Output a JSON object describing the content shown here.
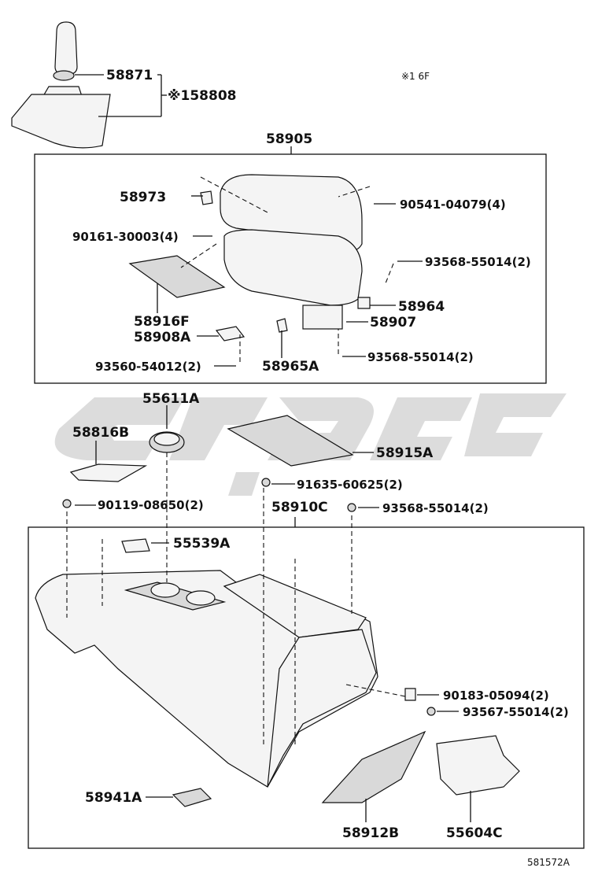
{
  "diagram_id": "581572A",
  "note": "※1 6F",
  "parts": {
    "p58871": "58871",
    "p58808": "※158808",
    "p58905": "58905",
    "p58973": "58973",
    "p90541": "90541-04079(4)",
    "p90161": "90161-30003(4)",
    "p93568a": "93568-55014(2)",
    "p58964": "58964",
    "p58907": "58907",
    "p58916F": "58916F",
    "p58908A": "58908A",
    "p93568b": "93568-55014(2)",
    "p93560": "93560-54012(2)",
    "p58965A": "58965A",
    "p55611A": "55611A",
    "p58816B": "58816B",
    "p58915A": "58915A",
    "p91635": "91635-60625(2)",
    "p90119": "90119-08650(2)",
    "p58910C": "58910C",
    "p93568c": "93568-55014(2)",
    "p55539A": "55539A",
    "p90183": "90183-05094(2)",
    "p93567": "93567-55014(2)",
    "p58941A": "58941A",
    "p58912B": "58912B",
    "p55604C": "55604C"
  }
}
